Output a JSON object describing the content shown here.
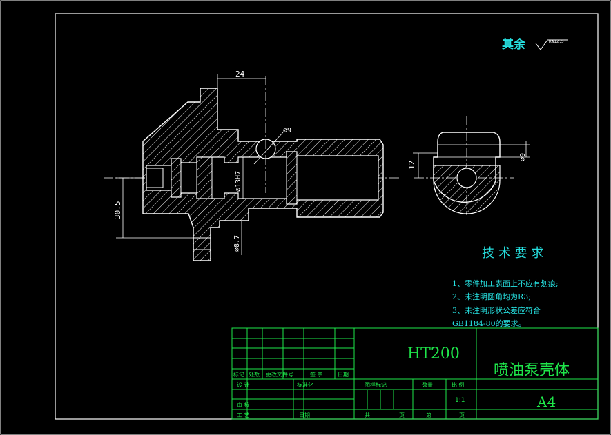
{
  "surface_finish": {
    "label": "其余",
    "roughness": "Ra12.5"
  },
  "dimensions": {
    "d24": "24",
    "phi9_top": "⌀9",
    "phi13h7": "⌀13H7",
    "d30_5": "30.5",
    "phi8_7": "⌀8.7",
    "d12": "12",
    "phi9_right": "⌀9"
  },
  "technical_requirements": {
    "heading": "技 术 要 求",
    "items": [
      "1、零件加工表面上不应有划痕;",
      "2、未注明圆角均为R3;",
      "3、未注明形状公差应符合",
      "GB1184-80的要求。"
    ]
  },
  "title_block": {
    "material": "HT200",
    "part_name": "喷油泵壳体",
    "sheet_size": "A4",
    "scale": "1:1",
    "rev_headers": [
      "标记",
      "处数",
      "更改文件号",
      "签 字",
      "日期"
    ],
    "design": "设 计",
    "standardization": "标准化",
    "review": "审 核",
    "process": "工 艺",
    "date": "日期",
    "stage_mark": "图样标记",
    "weight": "数量",
    "ratio": "比 例",
    "total": "共",
    "page1": "页",
    "sheet": "第",
    "page2": "页"
  },
  "colors": {
    "outline": "#ffffff",
    "hatch": "#ffffff",
    "frame": "#ffffff",
    "title_block": "#1ee64a",
    "text_cyan": "#26e0e0"
  }
}
